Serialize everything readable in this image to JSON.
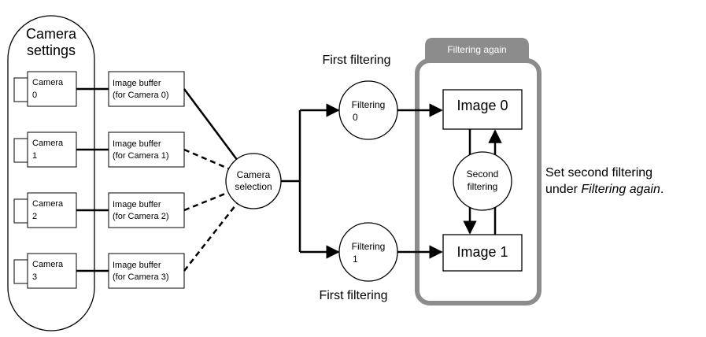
{
  "camera_settings": {
    "line1": "Camera",
    "line2": "settings"
  },
  "cameras": [
    {
      "line1": "Camera",
      "line2": "0"
    },
    {
      "line1": "Camera",
      "line2": "1"
    },
    {
      "line1": "Camera",
      "line2": "2"
    },
    {
      "line1": "Camera",
      "line2": "3"
    }
  ],
  "buffers": [
    {
      "line1": "Image buffer",
      "line2": "(for Camera 0)"
    },
    {
      "line1": "Image buffer",
      "line2": "(for Camera 1)"
    },
    {
      "line1": "Image buffer",
      "line2": "(for Camera 2)"
    },
    {
      "line1": "Image buffer",
      "line2": "(for Camera 3)"
    }
  ],
  "camera_selection": {
    "line1": "Camera",
    "line2": "selection"
  },
  "filtering_nodes": [
    {
      "line1": "Filtering",
      "line2": "0"
    },
    {
      "line1": "Filtering",
      "line2": "1"
    }
  ],
  "first_filtering_top": "First filtering",
  "first_filtering_bottom": "First filtering",
  "filtering_again_tab": "Filtering again",
  "images": [
    "Image 0",
    "Image 1"
  ],
  "second_filtering": {
    "line1": "Second",
    "line2": "filtering"
  },
  "note": {
    "line1": "Set second filtering",
    "line2_prefix": "under ",
    "line2_italic": "Filtering again",
    "line2_suffix": "."
  },
  "colors": {
    "tab_fill": "#8c8c8c",
    "tab_text": "#ffffff",
    "frame_stroke": "#8c8c8c",
    "line": "#000000"
  }
}
